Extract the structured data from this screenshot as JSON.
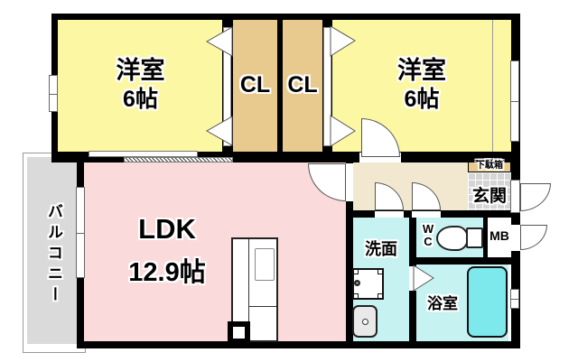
{
  "plan": {
    "rooms": {
      "bedroom_left": {
        "name": "洋室",
        "size": "6帖"
      },
      "bedroom_right": {
        "name": "洋室",
        "size": "6帖"
      },
      "closet_left": {
        "name": "CL"
      },
      "closet_right": {
        "name": "CL"
      },
      "ldk": {
        "name": "LDK",
        "size": "12.9帖"
      },
      "balcony": {
        "name": "バルコニー"
      },
      "entrance": {
        "name": "玄関"
      },
      "shoe_cabinet": {
        "name": "下駄箱"
      },
      "washroom": {
        "name": "洗面"
      },
      "toilet": {
        "line1": "W",
        "line2": "C"
      },
      "meter_box": {
        "name": "MB"
      },
      "bathroom": {
        "name": "浴室"
      }
    },
    "colors": {
      "bedroom": "#FBF7A3",
      "closet": "#E8CA8E",
      "ldk": "#FADADA",
      "hallway": "#F2E8D0",
      "wet_rooms": "#C6F2F2",
      "bathtub": "#7EE9EC",
      "balcony": "#DADADA",
      "entrance_tile": "#D5D5D5",
      "wall": "#000000"
    }
  }
}
